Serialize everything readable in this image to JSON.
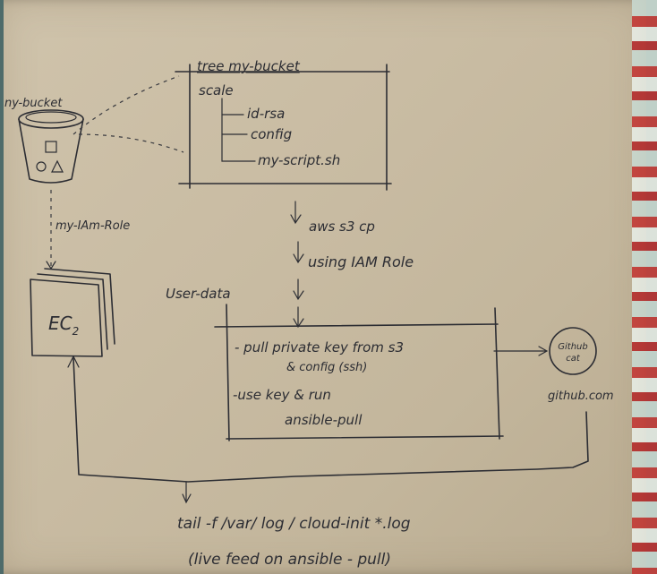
{
  "bucket": {
    "label": "ny-bucket"
  },
  "tree": {
    "header": "tree my-bucket",
    "root": "scale",
    "items": [
      "id-rsa",
      "config",
      "my-script.sh"
    ]
  },
  "role": {
    "label": "my-IAm-Role"
  },
  "ec2": {
    "label": "EC",
    "sub": "2"
  },
  "copy_step": {
    "line1": "aws s3 cp",
    "line2": "using IAM Role"
  },
  "userdata": {
    "label": "User-data"
  },
  "steps": {
    "line1": "- pull private key from s3",
    "line2": "& config (ssh)",
    "line3": "-use key & run",
    "line4": "ansible-pull"
  },
  "github": {
    "icon_text_1": "Github",
    "icon_text_2": "cat",
    "label": "github.com"
  },
  "tail": {
    "line1": "tail -f /var/ log / cloud-init *.log",
    "line2": "(live feed on ansible - pull)"
  }
}
